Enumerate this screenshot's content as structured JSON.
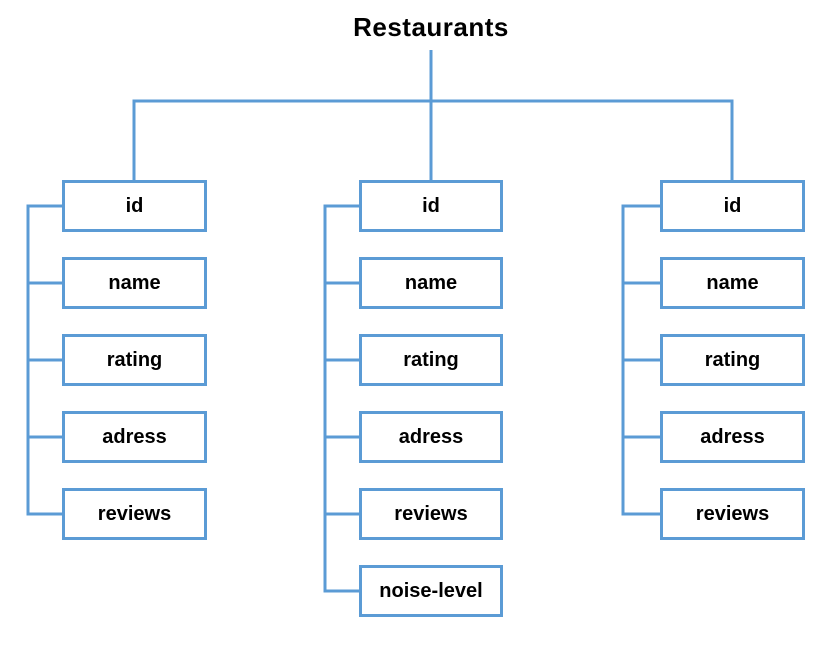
{
  "diagram": {
    "root_label": "Restaurants",
    "columns": [
      {
        "fields": [
          "id",
          "name",
          "rating",
          "adress",
          "reviews"
        ]
      },
      {
        "fields": [
          "id",
          "name",
          "rating",
          "adress",
          "reviews",
          "noise-level"
        ]
      },
      {
        "fields": [
          "id",
          "name",
          "rating",
          "adress",
          "reviews"
        ]
      }
    ]
  },
  "colors": {
    "accent_blue": "#5B9BD5",
    "text": "#000000",
    "canvas": "#FFFFFF"
  }
}
